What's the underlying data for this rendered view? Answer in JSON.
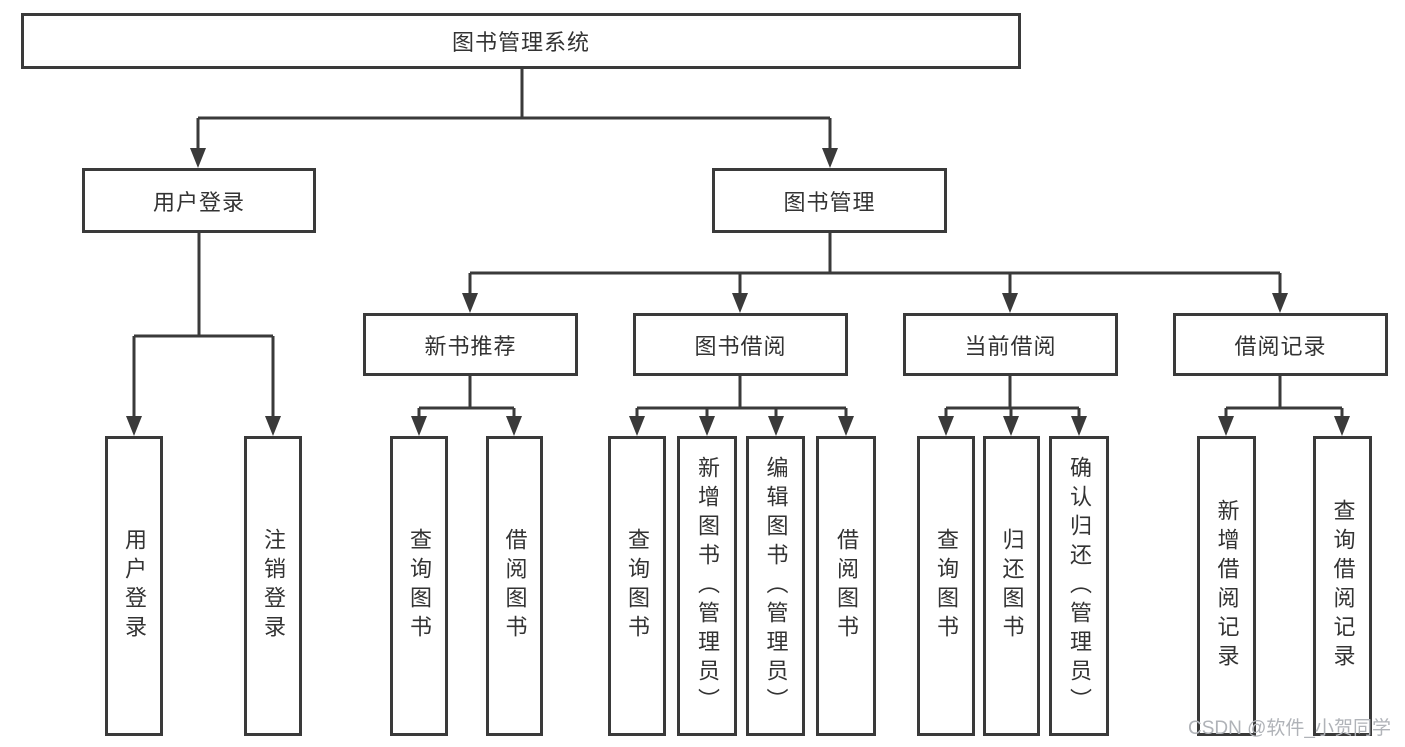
{
  "diagram": {
    "root": "图书管理系统",
    "level1": [
      {
        "label": "用户登录",
        "children": [
          "用户登录",
          "注销登录"
        ]
      },
      {
        "label": "图书管理"
      }
    ],
    "level2": [
      {
        "label": "新书推荐",
        "children": [
          "查询图书",
          "借阅图书"
        ]
      },
      {
        "label": "图书借阅",
        "children": [
          "查询图书",
          "新增图书（管理员）",
          "编辑图书（管理员）",
          "借阅图书"
        ]
      },
      {
        "label": "当前借阅",
        "children": [
          "查询图书",
          "归还图书",
          "确认归还（管理员）"
        ]
      },
      {
        "label": "借阅记录",
        "children": [
          "新增借阅记录",
          "查询借阅记录"
        ]
      }
    ]
  },
  "watermark": {
    "text": "CSDN @软件_小贺同学"
  },
  "colors": {
    "line": "#3a3a3a",
    "text": "#333333",
    "watermark": "#b0b3b8",
    "background": "#ffffff"
  }
}
